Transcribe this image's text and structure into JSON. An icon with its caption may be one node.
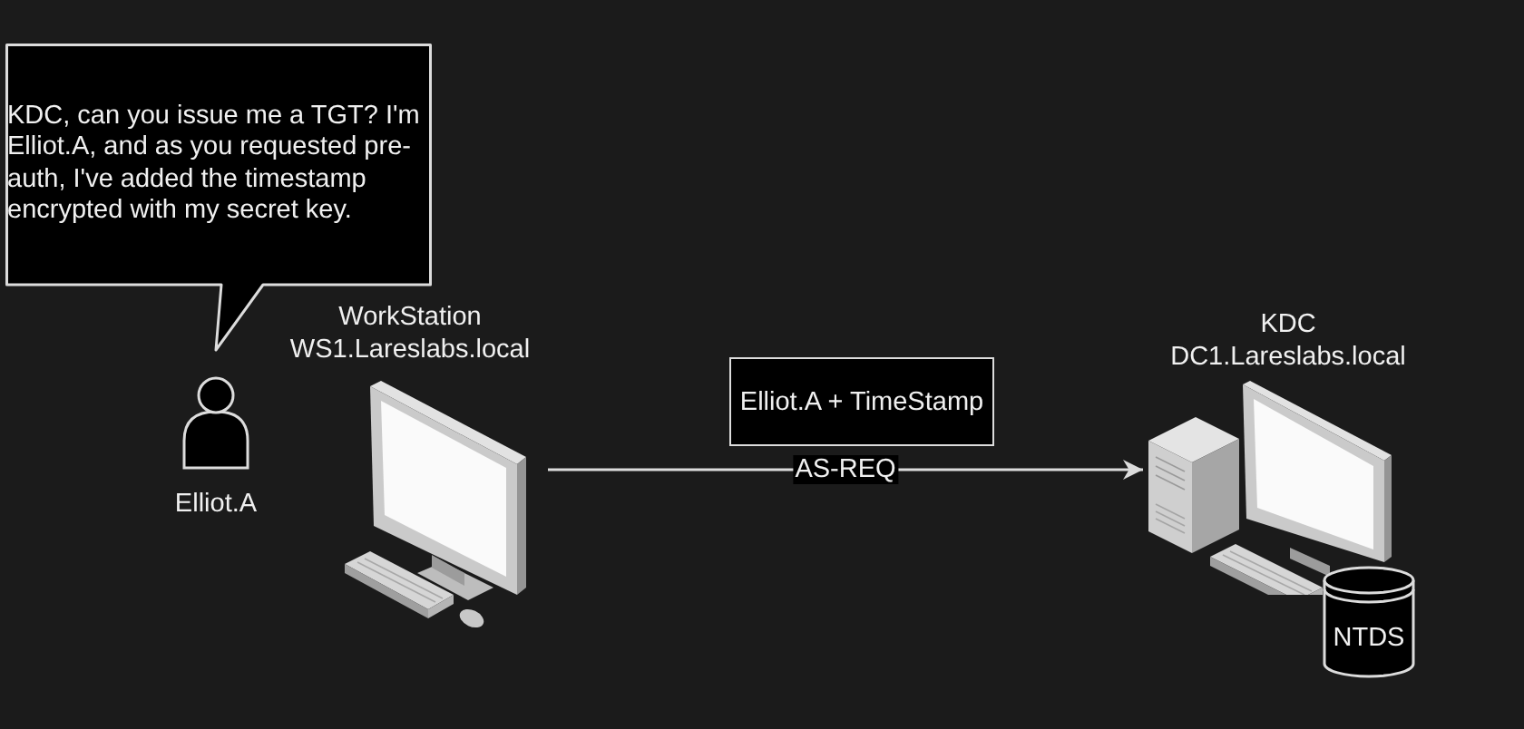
{
  "diagram": {
    "nodes": [
      {
        "text": [
          "KDC, can you issue me a TGT? I'm Elliot.A, and as you requested pre-auth, I've added the timestamp encrypted with my secret key."
        ]
      },
      {
        "text": [
          "Elliot.A"
        ]
      },
      {
        "text": [
          "WorkStation",
          "WS1.Lareslabs.local"
        ]
      },
      {
        "text": [
          "Elliot.A + TimeStamp"
        ]
      },
      {
        "text": [
          "KDC",
          "DC1.Lareslabs.local"
        ]
      },
      {
        "text": [
          "NTDS"
        ]
      }
    ],
    "edges": [
      {
        "from": 2,
        "to": 4,
        "arrow": "to",
        "label": "AS-REQ"
      }
    ]
  }
}
